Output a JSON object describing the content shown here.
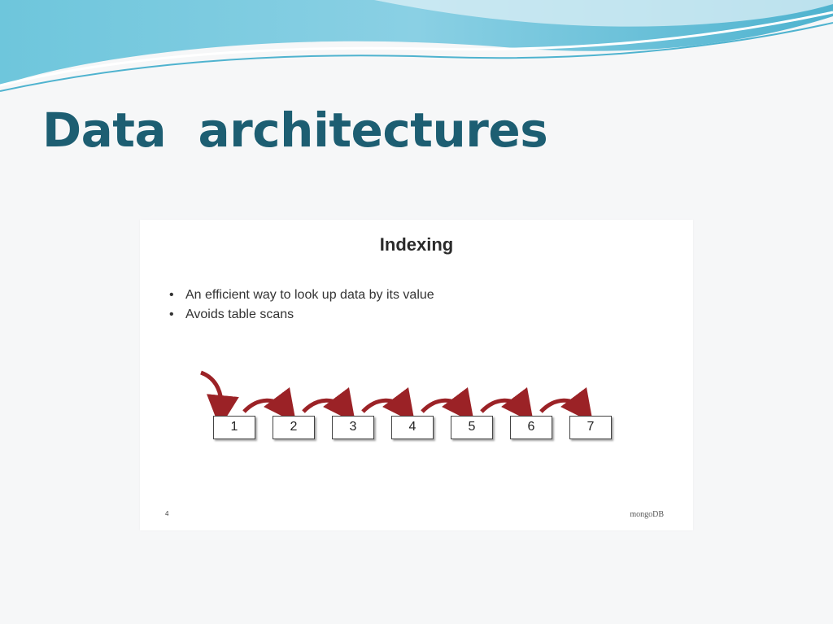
{
  "title": "Data  architectures",
  "slide": {
    "heading": "Indexing",
    "bullets": [
      "An efficient way to look up data by its value",
      "Avoids table scans"
    ],
    "boxes": [
      "1",
      "2",
      "3",
      "4",
      "5",
      "6",
      "7"
    ],
    "page_number": "4",
    "brand": "mongoDB"
  },
  "colors": {
    "title": "#1d5e72",
    "arrow": "#9b2226",
    "wave": "#4fb3cf"
  }
}
